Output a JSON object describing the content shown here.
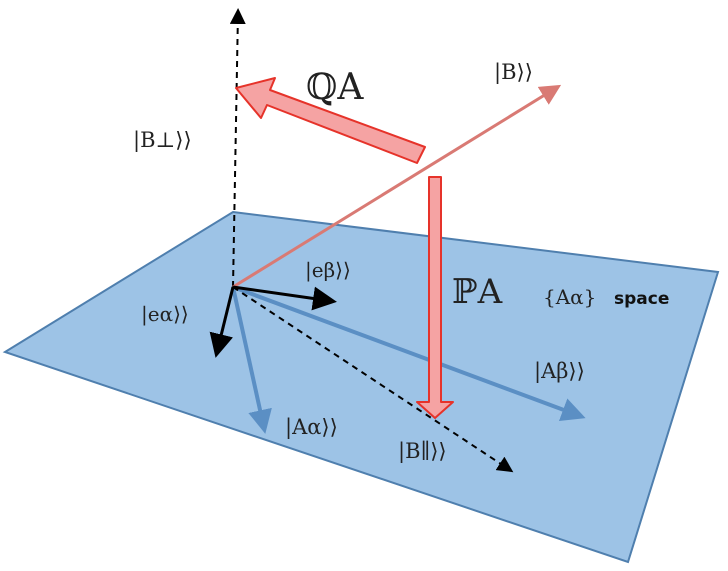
{
  "colors": {
    "plane_fill": "#9dc3e6",
    "plane_stroke": "#4f7fae",
    "basis_vector": "#5b8fc4",
    "operator_fill": "#f5a3a3",
    "operator_stroke": "#e6332a",
    "vector_B": "#d97a74",
    "axis": "#000000"
  },
  "labels": {
    "B": "|B⟩⟩",
    "B_perp": "|B⊥⟩⟩",
    "B_par": "|B∥⟩⟩",
    "Q_A": "ℚA",
    "P_A": "ℙA",
    "e_alpha": "|eα⟩⟩",
    "e_beta": "|eβ⟩⟩",
    "A_alpha": "|Aα⟩⟩",
    "A_beta": "|Aβ⟩⟩",
    "space_set": "{Aα}",
    "space_word": "space"
  }
}
